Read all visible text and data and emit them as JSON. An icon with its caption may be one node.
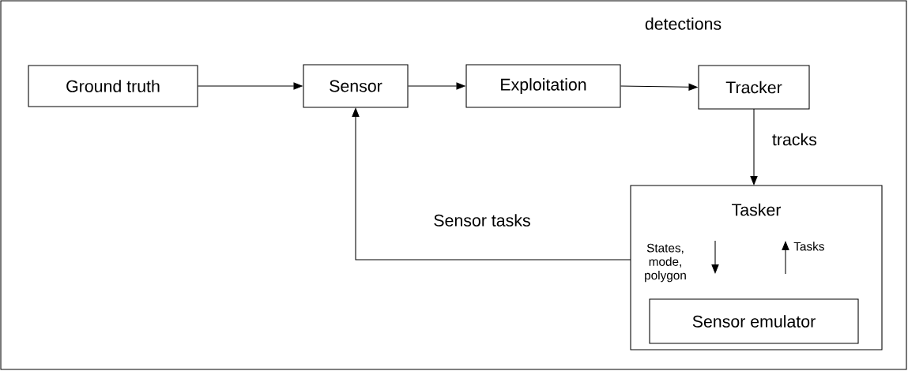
{
  "diagram": {
    "nodes": [
      {
        "text": [
          "Ground truth"
        ]
      },
      {
        "text": [
          "Sensor"
        ]
      },
      {
        "text": [
          "Exploitation"
        ]
      },
      {
        "text": [
          "Tracker"
        ]
      },
      {
        "text": [
          "Tasker"
        ]
      },
      {
        "text": [
          "Sensor emulator"
        ],
        "in": 4
      }
    ],
    "edges": [
      {
        "from": 0,
        "to": 1,
        "arrow": "to"
      },
      {
        "from": 1,
        "to": 2,
        "arrow": "to"
      },
      {
        "from": 2,
        "to": 3,
        "arrow": "to",
        "label": "detections"
      },
      {
        "from": 3,
        "to": 4,
        "arrow": "to",
        "label": "tracks"
      },
      {
        "from": 4,
        "to": 1,
        "arrow": "to",
        "label": "Sensor tasks"
      }
    ],
    "labels": [
      "States, mode, polygon",
      "Tasks"
    ]
  }
}
